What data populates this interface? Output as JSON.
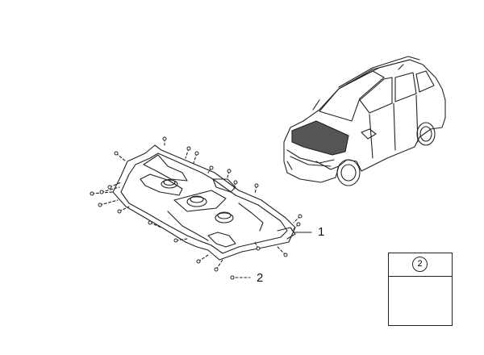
{
  "diagram": {
    "callouts": [
      {
        "id": "1",
        "label": "1"
      },
      {
        "id": "2",
        "label": "2"
      }
    ],
    "inset": {
      "label": "2"
    },
    "colors": {
      "line": "#222222",
      "hood_fill": "#555555"
    }
  }
}
